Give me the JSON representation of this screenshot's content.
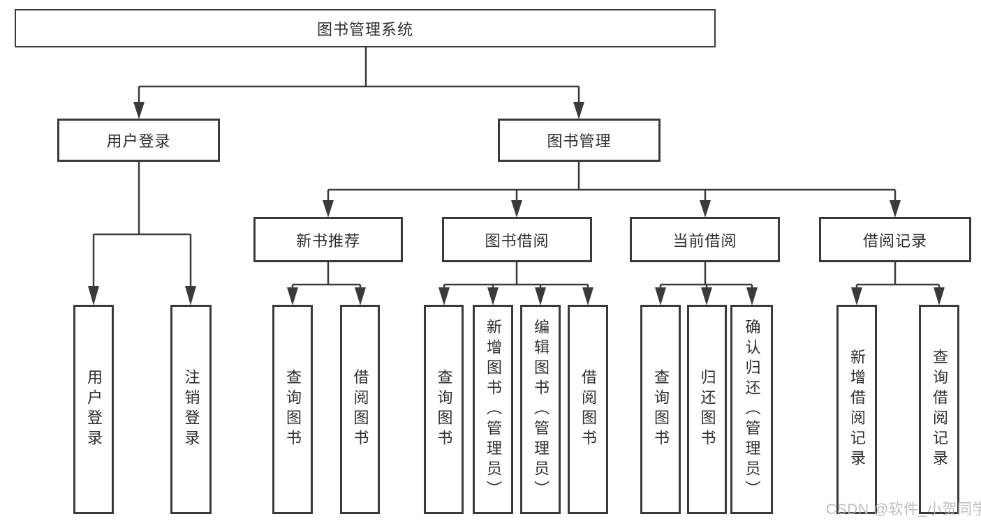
{
  "diagram": {
    "title": "图书管理系统",
    "watermark": "CSDN @软件_小贺同学",
    "colors": {
      "border": "#3a3a3a",
      "line": "#3a3a3a",
      "text": "#2e2e2e",
      "watermark": "#b8b8b8",
      "background": "#ffffff"
    },
    "level2": [
      {
        "label": "用户登录"
      },
      {
        "label": "图书管理"
      }
    ],
    "level3": [
      {
        "label": "新书推荐"
      },
      {
        "label": "图书借阅"
      },
      {
        "label": "当前借阅"
      },
      {
        "label": "借阅记录"
      }
    ],
    "leaves": [
      {
        "label": "用户登录"
      },
      {
        "label": "注销登录"
      },
      {
        "label": "查询图书"
      },
      {
        "label": "借阅图书"
      },
      {
        "label": "查询图书"
      },
      {
        "label": "新增图书（管理员）"
      },
      {
        "label": "编辑图书（管理员）"
      },
      {
        "label": "借阅图书"
      },
      {
        "label": "查询图书"
      },
      {
        "label": "归还图书"
      },
      {
        "label": "确认归还（管理员）"
      },
      {
        "label": "新增借阅记录"
      },
      {
        "label": "查询借阅记录"
      }
    ]
  }
}
